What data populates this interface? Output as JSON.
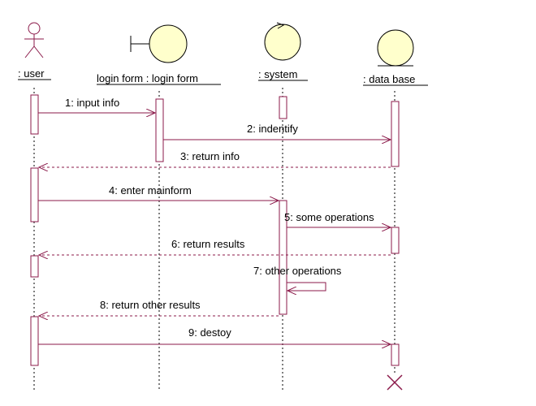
{
  "colors": {
    "message": "#8b1a4a",
    "object_fill": "#ffffcc",
    "text": "#000000"
  },
  "objects": [
    {
      "id": "user",
      "label": ": user",
      "icon": "actor-icon"
    },
    {
      "id": "login",
      "label": "login form : login form",
      "icon": "boundary-icon"
    },
    {
      "id": "system",
      "label": ": system",
      "icon": "control-icon"
    },
    {
      "id": "db",
      "label": ": data base",
      "icon": "entity-icon"
    }
  ],
  "messages": [
    {
      "label": "1: input info",
      "kind": "call"
    },
    {
      "label": "2: indentify",
      "kind": "call"
    },
    {
      "label": "3: return info",
      "kind": "return"
    },
    {
      "label": "4: enter mainform",
      "kind": "call"
    },
    {
      "label": "5: some operations",
      "kind": "call"
    },
    {
      "label": "6: return results",
      "kind": "return"
    },
    {
      "label": "7: other operations",
      "kind": "self"
    },
    {
      "label": "8: return other results",
      "kind": "return"
    },
    {
      "label": "9: destoy",
      "kind": "call"
    }
  ]
}
